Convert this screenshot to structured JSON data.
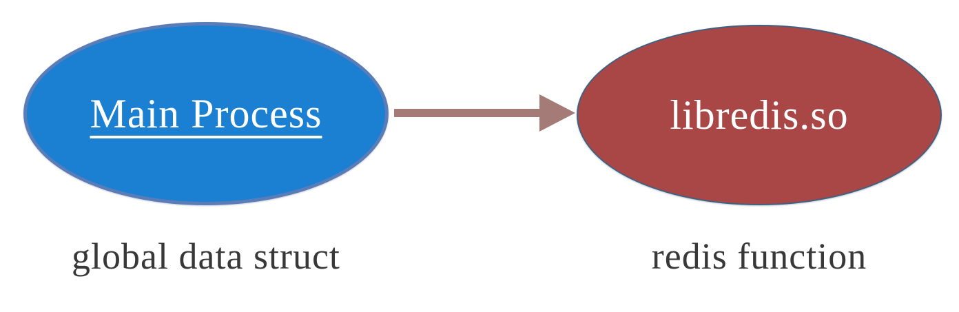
{
  "diagram": {
    "main_node": {
      "label": "Main Process",
      "caption": "global data struct",
      "fill_color": "#1b7fd2",
      "border_color": "#5b7db7",
      "text_color": "#ffffff",
      "label_underlined": true
    },
    "lib_node": {
      "label": "libredis.so",
      "caption": "redis function",
      "fill_color": "#a84746",
      "border_color": "#41607f",
      "text_color": "#ffffff",
      "label_underlined": false
    },
    "arrow": {
      "from": "Main Process",
      "to": "libredis.so",
      "direction": "right",
      "color": "#a57b78"
    },
    "colors": {
      "background": "#ffffff",
      "caption_text": "#383838"
    }
  }
}
